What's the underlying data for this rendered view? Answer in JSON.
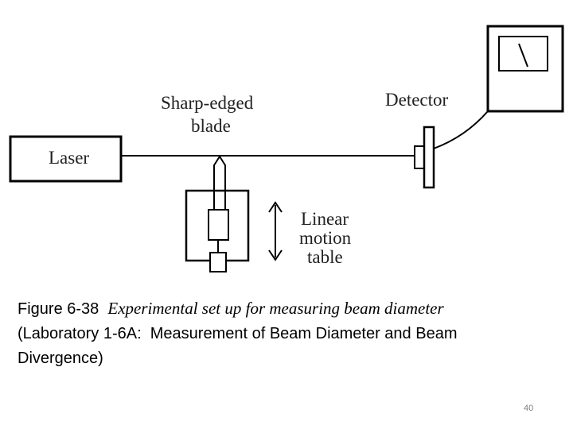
{
  "diagram": {
    "labels": {
      "laser": "Laser",
      "blade_line1": "Sharp-edged",
      "blade_line2": "blade",
      "detector": "Detector",
      "table_line1": "Linear",
      "table_line2": "motion",
      "table_line3": "table"
    },
    "stroke_color": "#000000"
  },
  "caption": {
    "figure_number": "Figure 6-38",
    "figure_title": "Experimental set up for measuring beam diameter",
    "line2": "(Laboratory 1-6A:  Measurement of Beam Diameter and Beam",
    "line3": "Divergence)"
  },
  "page_number": "40"
}
